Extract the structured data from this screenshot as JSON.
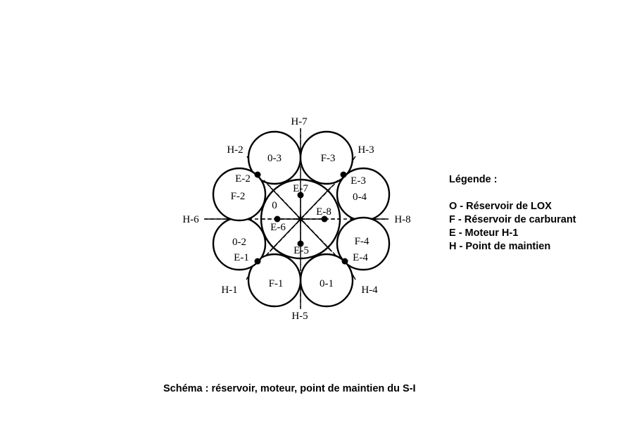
{
  "tanks": [
    {
      "label": "0-3"
    },
    {
      "label": "F-3"
    },
    {
      "label": "0-4"
    },
    {
      "label": "F-4"
    },
    {
      "label": "0-1"
    },
    {
      "label": "F-1"
    },
    {
      "label": "0-2"
    },
    {
      "label": "F-2"
    }
  ],
  "center_tank": {
    "label": "0"
  },
  "hold_points": [
    "H-7",
    "H-3",
    "H-8",
    "H-4",
    "H-5",
    "H-1",
    "H-6",
    "H-2"
  ],
  "engines": [
    "E-7",
    "E-8",
    "E-6",
    "E-5",
    "E-2",
    "E-3",
    "E-1",
    "E-4"
  ],
  "legend": {
    "title": "Légende :",
    "items": [
      "O - Réservoir de LOX",
      "F - Réservoir de carburant",
      "E - Moteur H-1",
      "H - Point de maintien"
    ]
  },
  "caption": "Schéma : réservoir, moteur, point de maintien du S-I"
}
